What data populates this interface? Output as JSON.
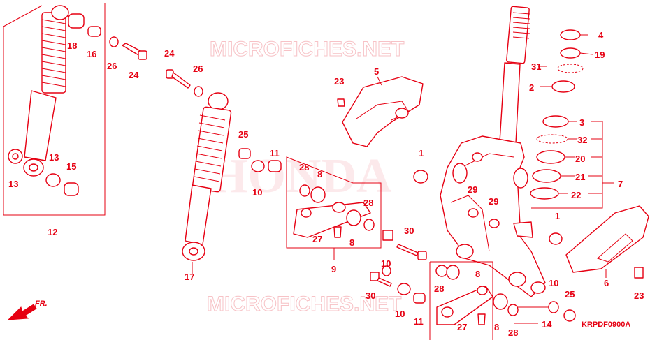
{
  "watermarks": {
    "top": "MICROFICHES.NET",
    "bottom": "MICROFICHES.NET",
    "brand": "HONDA"
  },
  "diagram_code": "KRPDF0900A",
  "direction_label": "FR.",
  "colors": {
    "ink": "#e60012",
    "watermark": "#f7c2c6",
    "background": "#ffffff"
  },
  "callouts": {
    "c4": "4",
    "c19": "19",
    "c31": "31",
    "c2": "2",
    "c3": "3",
    "c32": "32",
    "c20": "20",
    "c21": "21",
    "c22": "22",
    "c7": "7",
    "c5": "5",
    "c23a": "23",
    "c23b": "23",
    "c1a": "1",
    "c1b": "1",
    "c6": "6",
    "c29a": "29",
    "c29b": "29",
    "c18": "18",
    "c16": "16",
    "c26a": "26",
    "c24a": "24",
    "c24b": "24",
    "c26b": "26",
    "c13a": "13",
    "c13b": "13",
    "c15": "15",
    "c12": "12",
    "c25a": "25",
    "c11a": "11",
    "c10a": "10",
    "c28a": "28",
    "c8a": "8",
    "c28b": "28",
    "c27a": "27",
    "c8b": "8",
    "c9": "9",
    "c17": "17",
    "c30a": "30",
    "c10b": "10",
    "c30b": "30",
    "c10c": "10",
    "c11b": "11",
    "c8c": "8",
    "c28c": "28",
    "c27b": "27",
    "c8d": "8",
    "c28d": "28",
    "c14": "14",
    "c10d": "10",
    "c25b": "25"
  }
}
